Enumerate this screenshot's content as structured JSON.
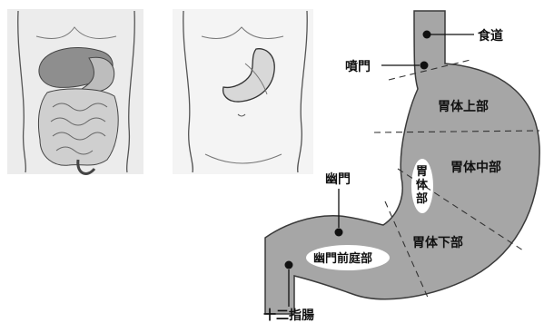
{
  "labels": {
    "esophagus": "食道",
    "cardia": "噴門",
    "upper_body": "胃体上部",
    "middle_body": "胃体中部",
    "gastric_body_1": "胃",
    "gastric_body_2": "体",
    "gastric_body_3": "部",
    "pylorus": "幽門",
    "lower_body": "胃体下部",
    "antrum": "幽門前庭部",
    "duodenum": "十二指腸"
  },
  "colors": {
    "stomach_fill": "#a6a6a6",
    "stomach_stroke": "#3a3a3a",
    "dot": "#111111",
    "torso_bg": "#ececec",
    "organ_fill": "#8e8e8e",
    "intestine_fill": "#cfcfcf"
  }
}
